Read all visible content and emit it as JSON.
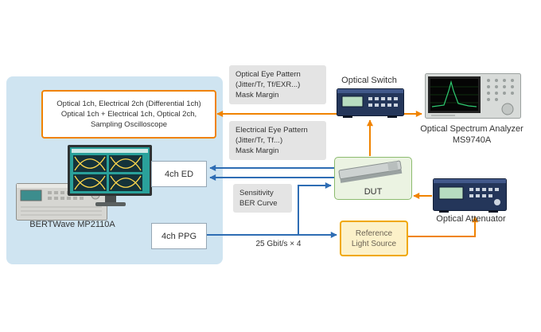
{
  "colors": {
    "accent_orange": "#F08300",
    "signal_blue": "#2E6DB4",
    "panel_blue": "#CFE4F1",
    "callout_gray": "#E4E4E4",
    "dut_green_border": "#8CBB6E",
    "rls_border": "#F0A800"
  },
  "bertwave": {
    "config_lines": [
      "Optical 1ch, Electrical 2ch (Differential 1ch)",
      "Optical 1ch + Electrical 1ch, Optical 2ch,",
      "Sampling Oscilloscope"
    ],
    "label": "BERTWave  MP2110A",
    "ed_label": "4ch ED",
    "ppg_label": "4ch PPG"
  },
  "callouts": {
    "optical_eye": [
      "Optical Eye Pattern",
      "(Jitter/Tr, Tf/EXR...)",
      "Mask Margin"
    ],
    "electrical_eye": [
      "Electrical Eye Pattern",
      "(Jitter/Tr, Tf...)",
      "Mask Margin"
    ],
    "sensitivity": [
      "Sensitivity",
      "BER Curve"
    ]
  },
  "devices": {
    "optical_switch": "Optical Switch",
    "osa_line1": "Optical Spectrum Analyzer",
    "osa_line2": "MS9740A",
    "dut": "DUT",
    "attenuator": "Optical Attenuator",
    "rls_line1": "Reference",
    "rls_line2": "Light Source"
  },
  "bitrate_label": "25 Gbit/s × 4"
}
